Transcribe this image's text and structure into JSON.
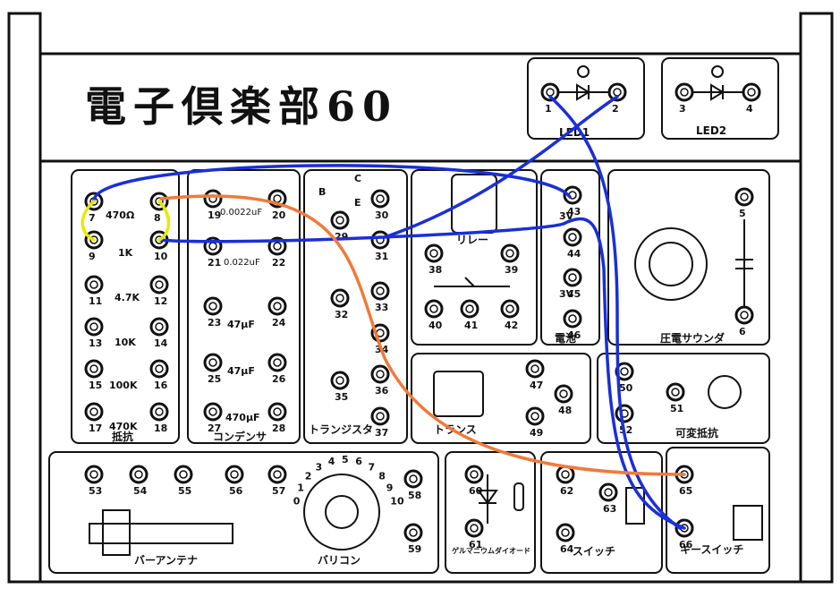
{
  "board": {
    "title": "電子倶楽部60",
    "panels": {
      "led1": "LED1",
      "led2": "LED2",
      "resistors": "抵抗",
      "capacitors": "コンデンサ",
      "transistors": "トランジスタ",
      "relay": "リレー",
      "battery": "電池",
      "buzzer": "圧電サウンダ",
      "transformer": "トランス",
      "variable_resistor": "可変抵抗",
      "bar_antenna": "バーアンテナ",
      "varicon": "バリコン",
      "germanium_diode": "ゲルマニウムダイオード",
      "switch": "スイッチ",
      "key_switch": "キースイッチ"
    },
    "resistor_values": [
      "470Ω",
      "1K",
      "4.7K",
      "10K",
      "100K",
      "470K"
    ],
    "capacitor_values": [
      "0.0022uF",
      "0.022uF",
      "47μF",
      "47μF",
      "470μF"
    ],
    "battery_values": [
      "3V",
      "3V"
    ],
    "varicon_scale": [
      "0",
      "1",
      "2",
      "3",
      "4",
      "5",
      "6",
      "7",
      "8",
      "9",
      "10"
    ],
    "transistor_pins": [
      "B",
      "C",
      "E"
    ]
  }
}
